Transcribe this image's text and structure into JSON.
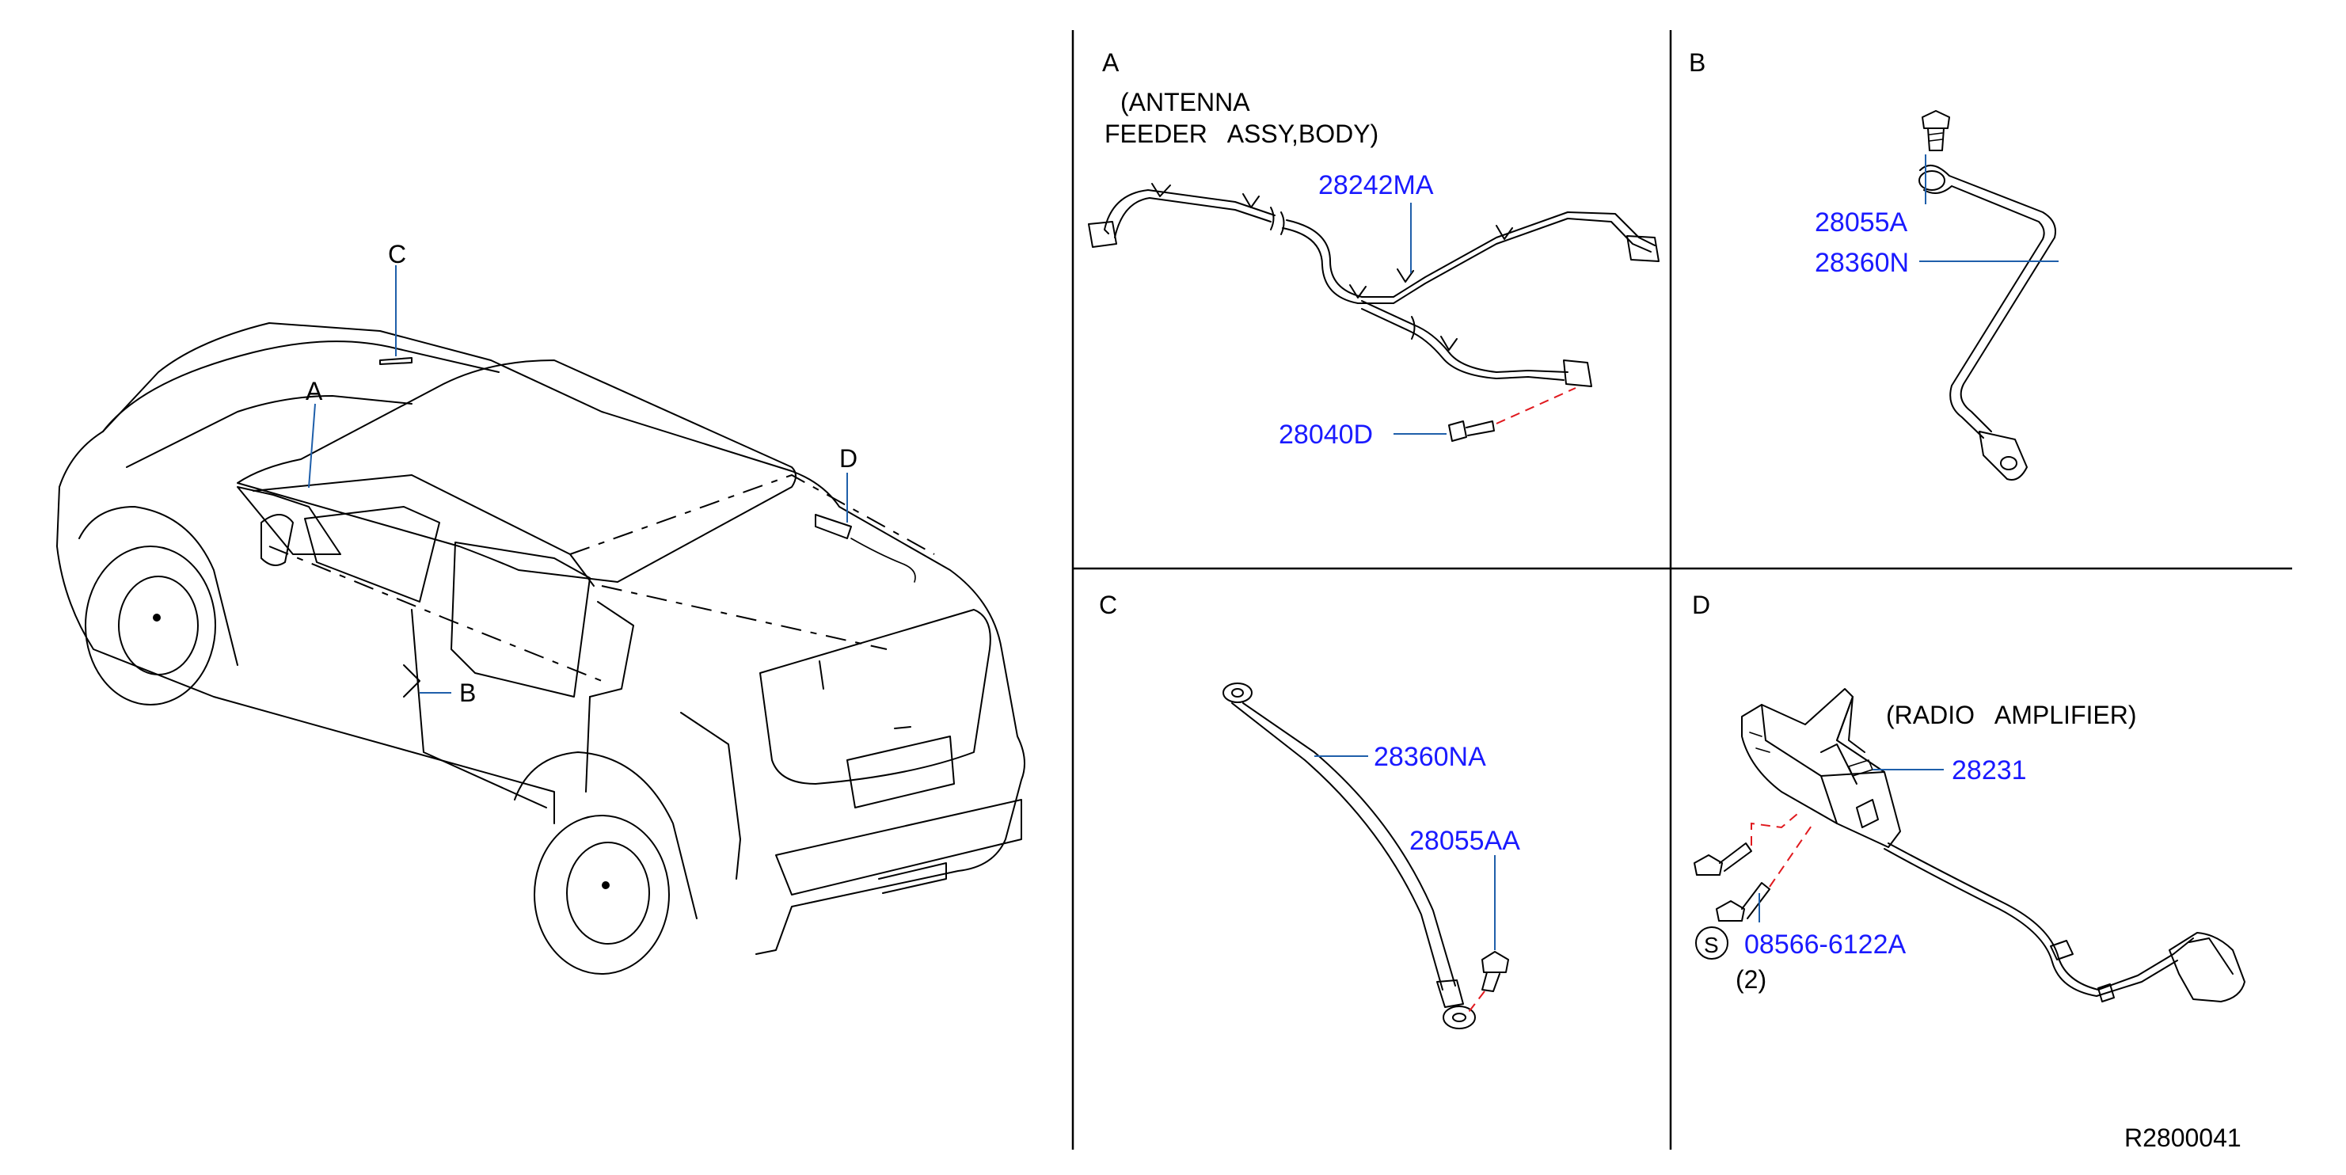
{
  "vehicle": {
    "callouts": [
      "C",
      "A",
      "D",
      "B"
    ]
  },
  "panels": [
    {
      "letter": "A",
      "caption_lines": [
        "(ANTENNA",
        "FEEDER   ASSY,BODY)"
      ],
      "part_numbers": [
        "28242MA",
        "28040D"
      ]
    },
    {
      "letter": "B",
      "part_numbers": [
        "28055A",
        "28360N"
      ]
    },
    {
      "letter": "C",
      "part_numbers": [
        "28360NA",
        "28055AA"
      ]
    },
    {
      "letter": "D",
      "caption_lines": [
        "(RADIO   AMPLIFIER)"
      ],
      "part_numbers": [
        "28231",
        "08566-6122A"
      ],
      "standard_part_symbol": "S",
      "quantity": "(2)"
    }
  ],
  "drawing_number": "R2800041",
  "colors": {
    "part_number_text": "#1a1aff",
    "leader_line": "#1f5faa",
    "assembly_dashed_line": "#e0191e",
    "linework": "#000000"
  }
}
